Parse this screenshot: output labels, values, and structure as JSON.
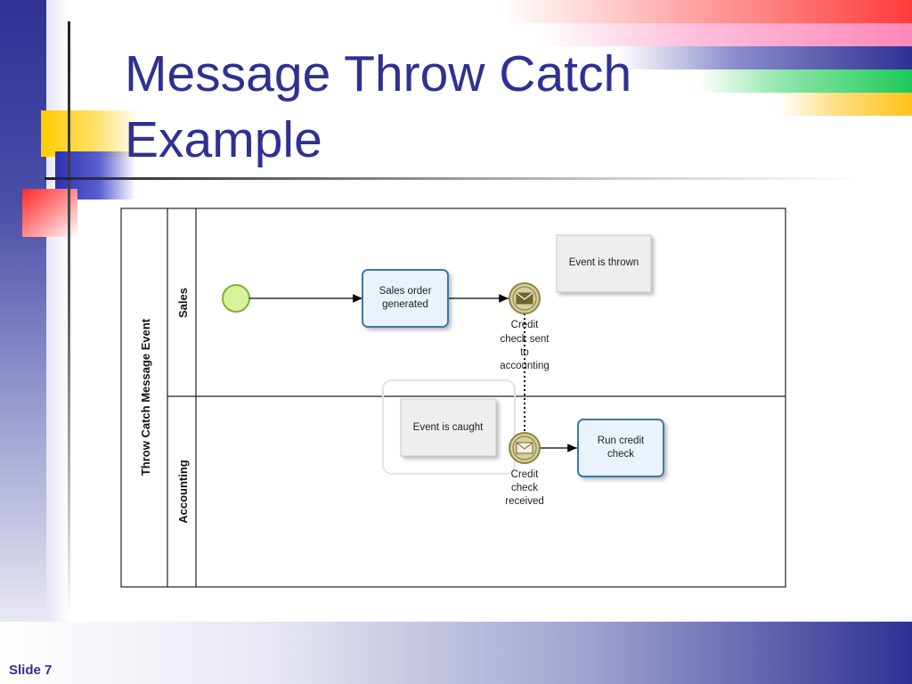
{
  "slide": {
    "title_line1": "Message Throw Catch",
    "title_line2": "Example",
    "slide_number": "Slide 7"
  },
  "diagram": {
    "pool_label": "Throw Catch Message Event",
    "lanes": [
      {
        "label": "Sales"
      },
      {
        "label": "Accounting"
      }
    ],
    "tasks": {
      "sales_order": [
        "Sales order",
        "generated"
      ],
      "run_credit": [
        "Run credit",
        "check"
      ]
    },
    "events": {
      "throw_label": [
        "Credit",
        "check sent",
        "to",
        "accounting"
      ],
      "catch_label": [
        "Credit",
        "check",
        "received"
      ]
    },
    "annotations": {
      "thrown": "Event is thrown",
      "caught": "Event is caught"
    },
    "colors": {
      "task_border": "#3a78a8",
      "start_event_fill": "#d8f29a",
      "start_event_stroke": "#7db03a",
      "message_event_fill": "#d6cfa0",
      "message_event_stroke": "#8f8640",
      "title": "#2e3192"
    }
  }
}
